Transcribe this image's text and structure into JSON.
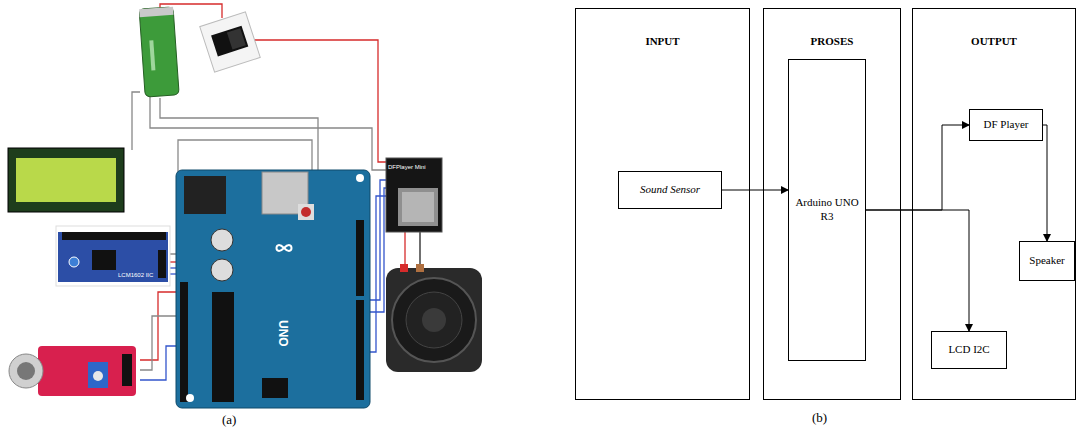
{
  "diagram": {
    "nodes": [
      {
        "text": [
          "INPUT"
        ]
      },
      {
        "text": [
          "Sound Sensor"
        ],
        "in": 0
      },
      {
        "text": [
          "PROSES"
        ]
      },
      {
        "text": [
          "Arduino UNO R3"
        ],
        "in": 2
      },
      {
        "text": [
          "OUTPUT"
        ]
      },
      {
        "text": [
          "DF Player"
        ],
        "in": 4
      },
      {
        "text": [
          "Speaker"
        ],
        "in": 4
      },
      {
        "text": [
          "LCD I2C"
        ],
        "in": 4
      }
    ],
    "edges": [
      {
        "from": 1,
        "to": 3,
        "arrow": "to"
      },
      {
        "from": 3,
        "to": 5,
        "arrow": "to"
      },
      {
        "from": 3,
        "to": 7,
        "arrow": "to"
      },
      {
        "from": 5,
        "to": 6,
        "arrow": "to"
      }
    ],
    "labels": [
      "DFPlayer Mini",
      "LCM1602 IIC",
      "UNO",
      "(a)",
      "(b)"
    ]
  }
}
